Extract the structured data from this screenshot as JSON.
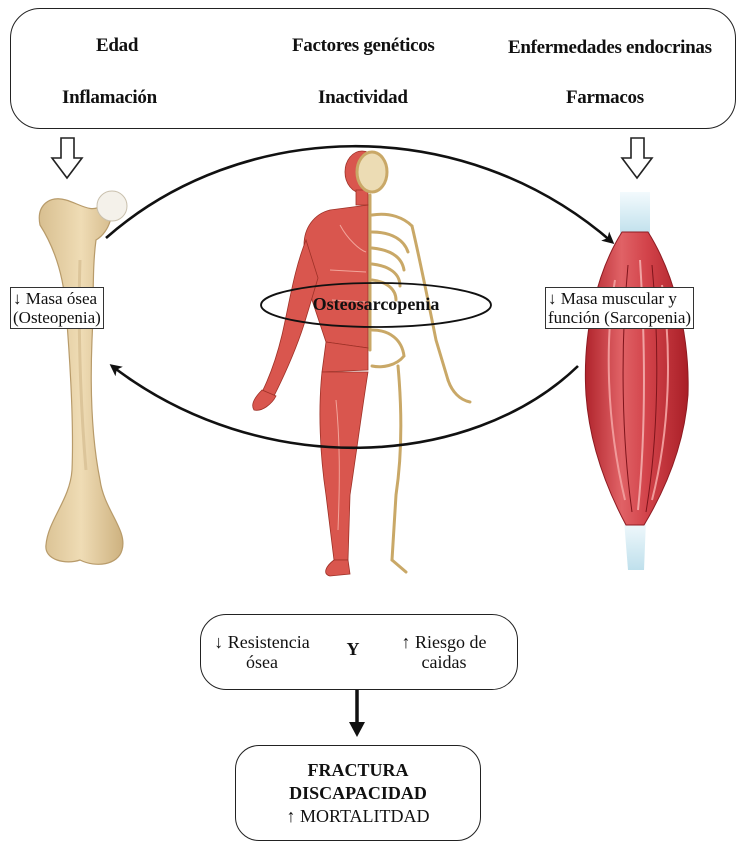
{
  "factors": {
    "row1": [
      "Edad",
      "Factores genéticos",
      "Enfermedades endocrinas"
    ],
    "row2": [
      "Inflamación",
      "Inactividad",
      "Farmacos"
    ]
  },
  "bone": {
    "label_line1": "↓ Masa ósea",
    "label_line2": "(Osteopenia)"
  },
  "muscle": {
    "label_line1": "↓ Masa muscular y",
    "label_line2": "función (Sarcopenia)"
  },
  "center": {
    "label": "Osteosarcopenia"
  },
  "risk": {
    "left_line1": "↓ Resistencia",
    "left_line2": "ósea",
    "connector": "Y",
    "right_line1": "↑ Riesgo de",
    "right_line2": "caidas"
  },
  "outcomes": [
    "FRACTURA",
    "DISCAPACIDAD",
    "↑ MORTALITDAD"
  ],
  "colors": {
    "bone": "#e8d3a6",
    "bone_shadow": "#c9b084",
    "muscle": "#c8333a",
    "muscle_light": "#e3686a",
    "tendon": "#d6ecf4",
    "line": "#111111"
  }
}
